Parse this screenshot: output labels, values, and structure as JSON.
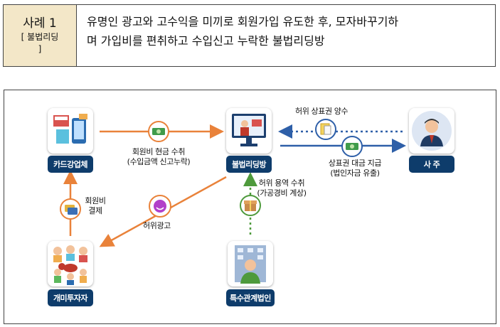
{
  "header": {
    "case_title": "사례 1",
    "case_sub_line1": "[ 불법리딩",
    "case_sub_line2": "]",
    "description_line1": "유명인 광고와 고수익을 미끼로 회원가입 유도한 후, 모자바꾸기하",
    "description_line2": "며 가입비를 편취하고 수입신고 누락한 불법리딩방"
  },
  "nodes": {
    "card_company": "카드강업체",
    "illegal_reading": "불법리딩방",
    "ceo": "사 주",
    "ant_investors": "개미투자자",
    "special_corp": "특수관계법인"
  },
  "flows": {
    "membership_cash": "회원비 현금 수취",
    "membership_cash_sub": "(수입금액 신고누락)",
    "fake_trademark": "허위 상표권 양수",
    "trademark_payment": "상표권 대금 지급",
    "trademark_payment_sub": "(법인자금 유출)",
    "fake_service": "허위 용역 수취",
    "fake_service_sub": "(가공경비 계상)",
    "membership_fee_line1": "회원비",
    "membership_fee_line2": "결제",
    "fake_ad": "허위광고"
  },
  "colors": {
    "label_bg": "#0e3c6b",
    "orange_arrow": "#e9823a",
    "blue_arrow": "#2e5fa8",
    "green_arrow": "#4e9a3c",
    "case_bg": "#f3e7c8"
  }
}
